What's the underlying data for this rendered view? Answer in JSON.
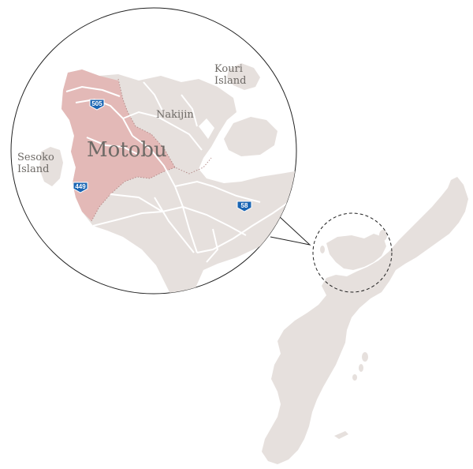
{
  "colors": {
    "land": "#e6e0dd",
    "highlight": "#e3b9b7",
    "road": "#ffffff",
    "route_shield": "#1a65b3",
    "outline": "#222222",
    "label": "#6e6a66"
  },
  "labels": {
    "kouri_line1": "Kouri",
    "kouri_line2": "Island",
    "nakijin": "Nakijin",
    "motobu": "Motobu",
    "sesoko_line1": "Sesoko",
    "sesoko_line2": "Island"
  },
  "routes": {
    "r505": "505",
    "r449": "449",
    "r58": "58"
  },
  "icons": {
    "route_shield": "route-shield-icon",
    "callout": "magnifier-callout"
  }
}
